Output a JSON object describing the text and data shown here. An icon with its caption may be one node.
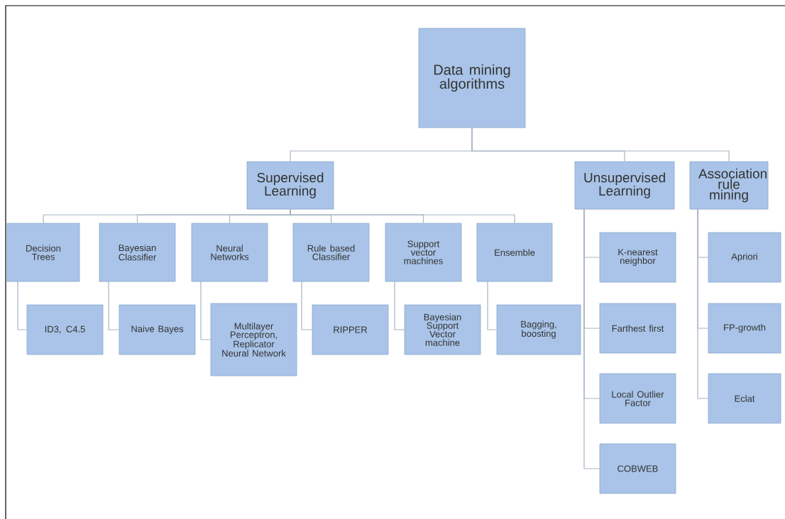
{
  "diagram": {
    "nodes": [
      {
        "text": [
          "Data mining algorithms"
        ]
      },
      {
        "text": [
          "Supervised Learning"
        ]
      },
      {
        "text": [
          "Unsupervised Learning"
        ]
      },
      {
        "text": [
          "Association rule mining"
        ]
      },
      {
        "text": [
          "Decision Trees"
        ]
      },
      {
        "text": [
          "Bayesian Classifier"
        ]
      },
      {
        "text": [
          "Neural Networks"
        ]
      },
      {
        "text": [
          "Rule based Classifier"
        ]
      },
      {
        "text": [
          "Support vector machines"
        ]
      },
      {
        "text": [
          "Ensemble"
        ]
      },
      {
        "text": [
          "ID3, C4.5"
        ]
      },
      {
        "text": [
          "Naive Bayes"
        ]
      },
      {
        "text": [
          "Multilayer Perceptron, Replicator Neural Network"
        ]
      },
      {
        "text": [
          "RIPPER"
        ]
      },
      {
        "text": [
          "Bayesian Support Vector machine"
        ]
      },
      {
        "text": [
          "Bagging, boosting"
        ]
      },
      {
        "text": [
          "K-nearest neighbor"
        ]
      },
      {
        "text": [
          "Farthest first"
        ]
      },
      {
        "text": [
          "Local Outlier Factor"
        ]
      },
      {
        "text": [
          "COBWEB"
        ]
      },
      {
        "text": [
          "Apriori"
        ]
      },
      {
        "text": [
          "FP-growth"
        ]
      },
      {
        "text": [
          "Eclat"
        ]
      }
    ],
    "edges": [
      {
        "from": 0,
        "to": 1,
        "arrow": "none"
      },
      {
        "from": 0,
        "to": 2,
        "arrow": "none"
      },
      {
        "from": 0,
        "to": 3,
        "arrow": "none"
      },
      {
        "from": 1,
        "to": 4,
        "arrow": "none"
      },
      {
        "from": 1,
        "to": 5,
        "arrow": "none"
      },
      {
        "from": 1,
        "to": 6,
        "arrow": "none"
      },
      {
        "from": 1,
        "to": 7,
        "arrow": "none"
      },
      {
        "from": 1,
        "to": 8,
        "arrow": "none"
      },
      {
        "from": 1,
        "to": 9,
        "arrow": "none"
      },
      {
        "from": 4,
        "to": 10,
        "arrow": "none"
      },
      {
        "from": 5,
        "to": 11,
        "arrow": "none"
      },
      {
        "from": 6,
        "to": 12,
        "arrow": "none"
      },
      {
        "from": 7,
        "to": 13,
        "arrow": "none"
      },
      {
        "from": 8,
        "to": 14,
        "arrow": "none"
      },
      {
        "from": 9,
        "to": 15,
        "arrow": "none"
      },
      {
        "from": 2,
        "to": 16,
        "arrow": "none"
      },
      {
        "from": 2,
        "to": 17,
        "arrow": "none"
      },
      {
        "from": 2,
        "to": 18,
        "arrow": "none"
      },
      {
        "from": 2,
        "to": 19,
        "arrow": "none"
      },
      {
        "from": 3,
        "to": 20,
        "arrow": "none"
      },
      {
        "from": 3,
        "to": 21,
        "arrow": "none"
      },
      {
        "from": 3,
        "to": 22,
        "arrow": "none"
      }
    ]
  }
}
